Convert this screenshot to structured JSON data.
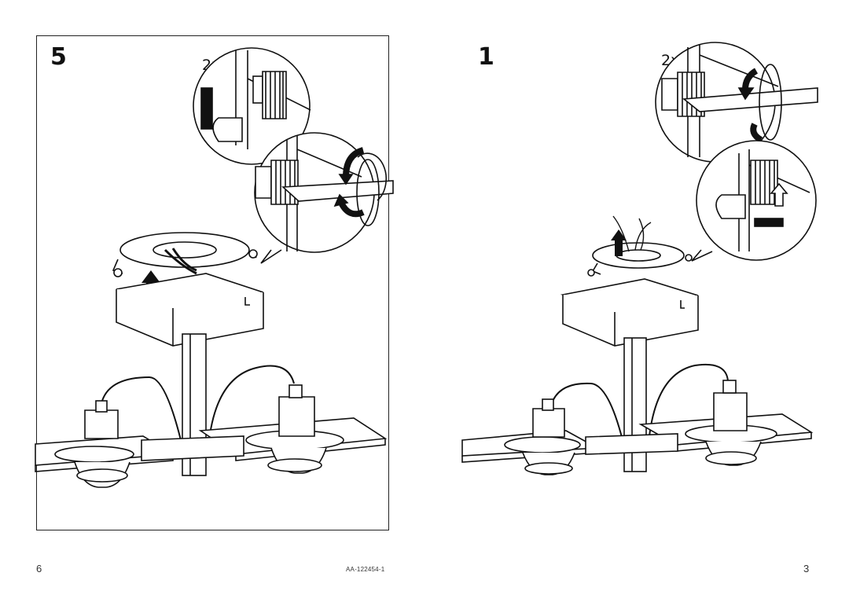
{
  "left_page": {
    "step_number": "5",
    "detail_multiplier": "2x",
    "page_number": "6"
  },
  "right_page": {
    "step_number": "1",
    "detail_multiplier": "2x",
    "page_number": "3"
  },
  "footer": {
    "article_code": "AA-122454-1"
  },
  "icons": [
    "arrow-up-icon",
    "rotate-arrow-icon",
    "screwdriver-icon",
    "screw-icon"
  ]
}
